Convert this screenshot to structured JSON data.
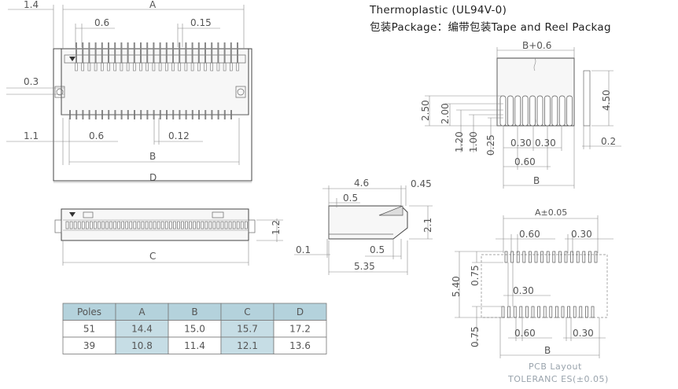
{
  "header": {
    "material": "Thermoplastic (UL94V-0)",
    "package": "包装Package：编带包装Tape and Reel Packag"
  },
  "top_view": {
    "labels": {
      "a_offset": "1.4",
      "a": "A",
      "pitch": "0.6",
      "pin_width": "0.15",
      "row_offset": "0.3",
      "b_offset": "1.1",
      "b_pitch": "0.6",
      "b_width": "0.12",
      "b": "B",
      "d": "D"
    }
  },
  "front_view": {
    "labels": {
      "height": "1.2",
      "c": "C"
    }
  },
  "side_view": {
    "labels": {
      "depth": "4.6",
      "tip": "0.45",
      "top_lip": "0.5",
      "height": "2.1",
      "base": "0.1",
      "bottom_lip": "0.5",
      "total": "5.35"
    }
  },
  "tape_view": {
    "labels": {
      "b_plus": "B+0.6",
      "h_outer": "4.50",
      "h1": "2.50",
      "h2": "2.00",
      "h3": "1.20",
      "h4": "1.00",
      "h5": "0.25",
      "p1": "0.30",
      "p2": "0.30",
      "offset": "0.2",
      "p3": "0.60",
      "b": "B"
    }
  },
  "pcb_layout": {
    "labels": {
      "a_tol": "A±0.05",
      "top_pitch": "0.60",
      "top_width": "0.30",
      "height": "5.40",
      "pad_len_top": "0.75",
      "mid_width": "0.30",
      "pad_len_bottom": "0.75",
      "bottom_pitch": "0.60",
      "bottom_width": "0.30",
      "b": "B"
    },
    "caption": "PCB  Layout",
    "tolerance": "TOLERANC ES(±0.05)"
  },
  "table": {
    "headers": [
      "Poles",
      "A",
      "B",
      "C",
      "D"
    ],
    "rows": [
      [
        "51",
        "14.4",
        "15.0",
        "15.7",
        "17.2"
      ],
      [
        "39",
        "10.8",
        "11.4",
        "12.1",
        "13.6"
      ]
    ],
    "highlight_color": "#c6dde5",
    "header_color": "#b4d2dc"
  }
}
